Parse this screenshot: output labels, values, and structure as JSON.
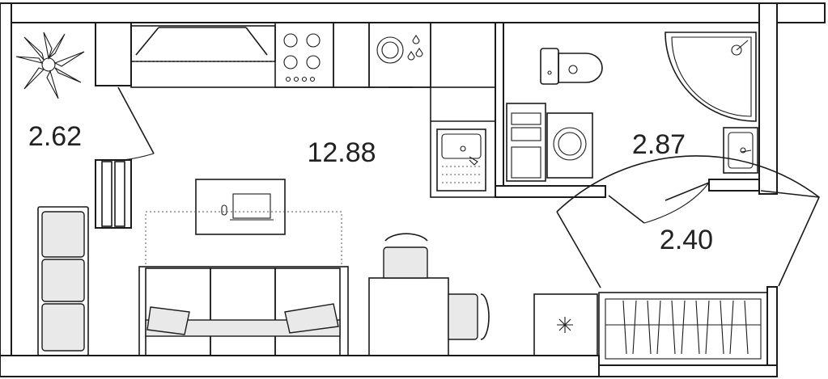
{
  "plan": {
    "background_color": "#ffffff",
    "line_color": "#1a1a1a",
    "furniture_fill": "#e9e9e9",
    "rooms": [
      {
        "id": "balcony",
        "area": "2.62"
      },
      {
        "id": "living",
        "area": "12.88"
      },
      {
        "id": "bathroom",
        "area": "2.87"
      },
      {
        "id": "hall",
        "area": "2.40"
      }
    ]
  }
}
